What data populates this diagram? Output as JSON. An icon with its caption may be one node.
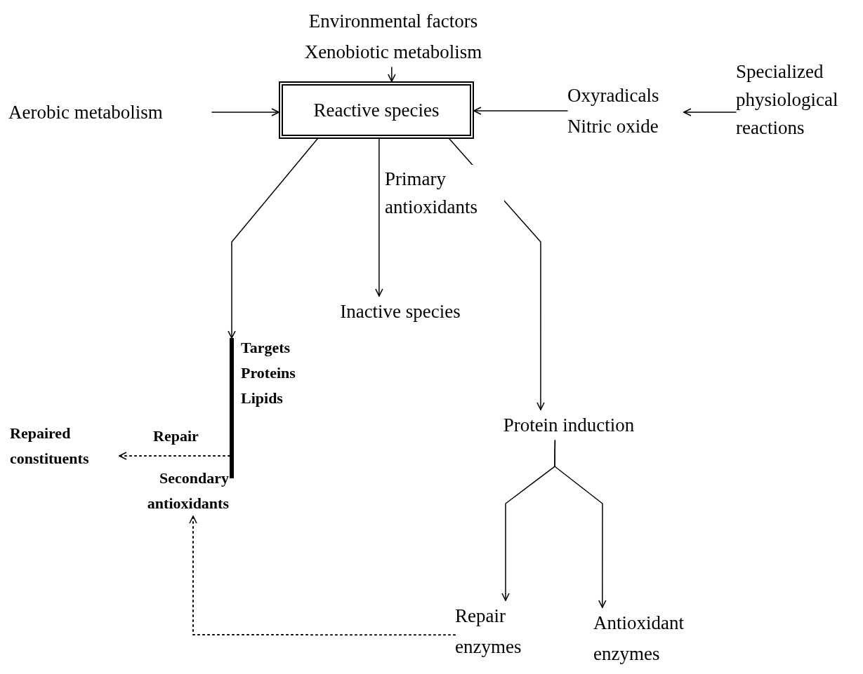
{
  "diagram": {
    "nodes": [
      {
        "text": [
          "Environmental factors",
          "Xenobiotic metabolism"
        ]
      },
      {
        "text": [
          "Reactive species"
        ]
      },
      {
        "text": [
          "Aerobic metabolism"
        ]
      },
      {
        "text": [
          "Oxyradicals",
          "Nitric oxide"
        ]
      },
      {
        "text": [
          "Specialized physiological reactions"
        ]
      },
      {
        "text": [
          "Inactive species"
        ]
      },
      {
        "text": [],
        "shape": "bar",
        "beside": [
          "Targets",
          "Proteins",
          "Lipids"
        ]
      },
      {
        "text": [
          "Repaired constituents"
        ]
      },
      {
        "text": [
          "Secondary antioxidants"
        ]
      },
      {
        "text": [
          "Protein induction"
        ]
      },
      {
        "text": [
          "Repair enzymes"
        ]
      },
      {
        "text": [
          "Antioxidant enzymes"
        ]
      }
    ],
    "edges": [
      {
        "from": 0,
        "to": 1,
        "arrow": "to"
      },
      {
        "from": 2,
        "to": 1,
        "arrow": "to"
      },
      {
        "from": 3,
        "to": 1,
        "arrow": "to"
      },
      {
        "from": 4,
        "to": 3,
        "arrow": "to"
      },
      {
        "from": 1,
        "to": 5,
        "arrow": "to",
        "label": "Primary antioxidants"
      },
      {
        "from": 1,
        "to": 6,
        "arrow": "to"
      },
      {
        "from": 6,
        "to": 7,
        "arrow": "to",
        "label": "Repair",
        "style": "dashed"
      },
      {
        "from": 1,
        "to": 9,
        "arrow": "to"
      },
      {
        "from": 9,
        "to": 10,
        "arrow": "to"
      },
      {
        "from": 9,
        "to": 11,
        "arrow": "to"
      },
      {
        "from": 10,
        "to": 8,
        "arrow": "to",
        "style": "dashed"
      }
    ]
  }
}
